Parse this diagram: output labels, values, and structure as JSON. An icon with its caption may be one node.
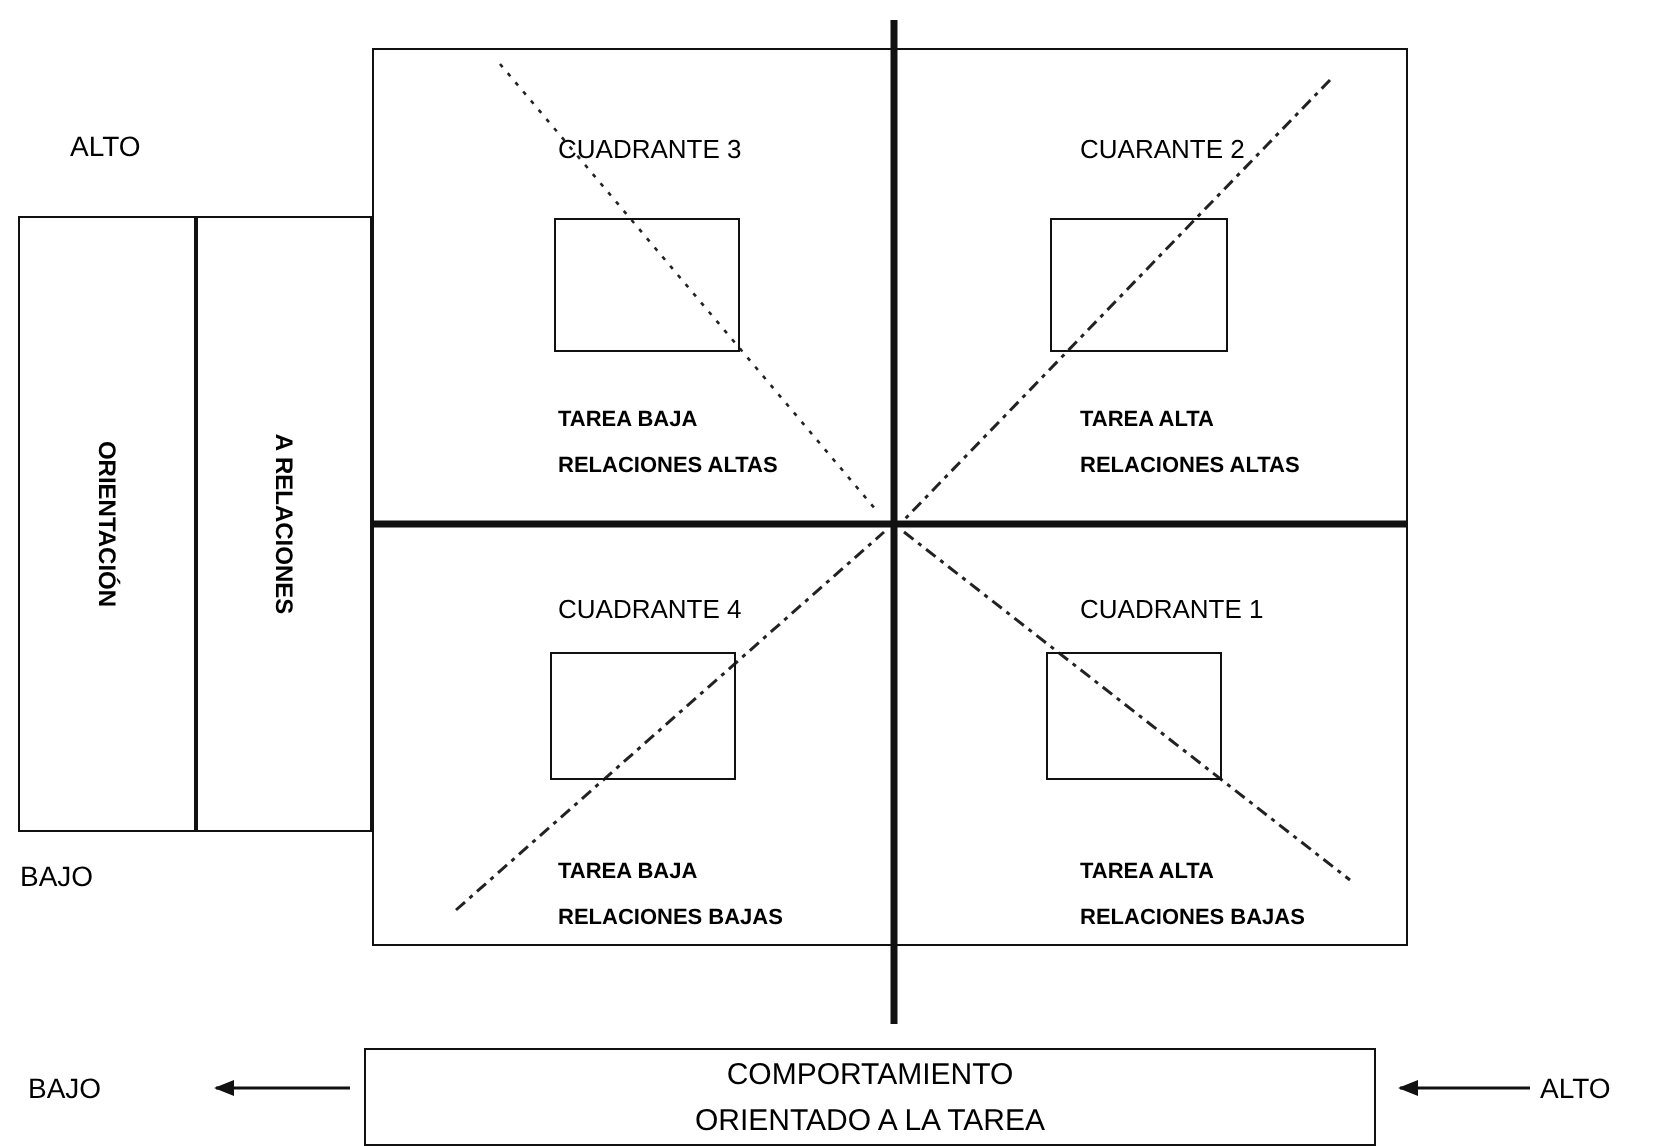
{
  "diagram": {
    "nodes": [
      {
        "text": [
          "CUADRANTE 3",
          "TAREA BAJA RELACIONES ALTAS"
        ]
      },
      {
        "text": [],
        "shape": "box",
        "in": 0
      },
      {
        "text": [
          "CUARANTE 2",
          "TAREA ALTA RELACIONES ALTAS"
        ]
      },
      {
        "text": [],
        "shape": "box",
        "in": 2
      },
      {
        "text": [
          "ORIENTACIÓN"
        ]
      },
      {
        "text": [
          "A RELACIONES"
        ]
      },
      {
        "text": [
          "CUADRANTE  4",
          "TAREA BAJA RELACIONES BAJAS"
        ]
      },
      {
        "text": [],
        "shape": "box",
        "in": 6
      },
      {
        "text": [
          "CUADRANTE 1",
          "TAREA ALTA RELACIONES BAJAS"
        ]
      },
      {
        "text": [],
        "shape": "box",
        "in": 8
      },
      {
        "text": [
          "BAJO"
        ]
      },
      {
        "text": [
          "COMPORTAMIENTO ORIENTADO A LA TAREA"
        ]
      },
      {
        "text": [
          "ALTO"
        ]
      }
    ],
    "edges": [
      {
        "from": 11,
        "to": 10,
        "arrow": "to"
      },
      {
        "from": 12,
        "to": 11,
        "arrow": "to"
      }
    ],
    "labels": [
      "ALTO",
      "BAJO"
    ]
  }
}
